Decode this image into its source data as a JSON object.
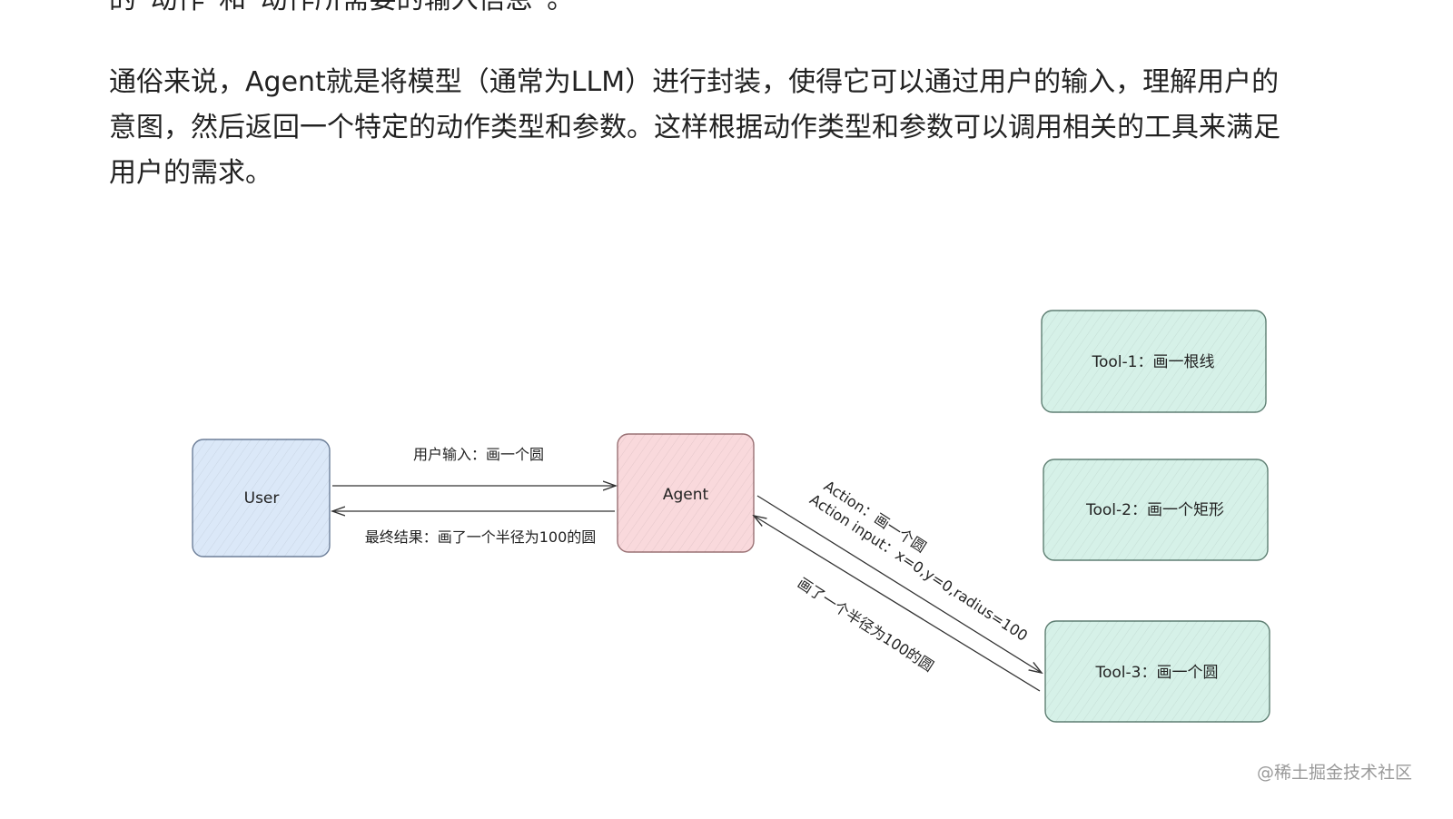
{
  "article": {
    "top_fragment": "的“动作”和“动作所需要的输入信息”。",
    "paragraph_lines": [
      "通俗来说，Agent就是将模型（通常为LLM）进行封装，使得它可以通过用户的输入，理解用户的",
      "意图，然后返回一个特定的动作类型和参数。这样根据动作类型和参数可以调用相关的工具来满足",
      "用户的需求。"
    ]
  },
  "diagram": {
    "nodes": {
      "user": {
        "label": "User",
        "fill": "#dbe8f8",
        "stroke": "#6d7f99"
      },
      "agent": {
        "label": "Agent",
        "fill": "#f9d9dc",
        "stroke": "#9a7275"
      },
      "tool1": {
        "label": "Tool-1：画一根线",
        "fill": "#d6f1e8",
        "stroke": "#5f7f73"
      },
      "tool2": {
        "label": "Tool-2：画一个矩形",
        "fill": "#d6f1e8",
        "stroke": "#5f7f73"
      },
      "tool3": {
        "label": "Tool-3：画一个圆",
        "fill": "#d6f1e8",
        "stroke": "#5f7f73"
      }
    },
    "edges": {
      "user_to_agent": "用户输入：画一个圆",
      "agent_to_user": "最终结果：画了一个半径为100的圆",
      "agent_to_tool3_action": "Action：画一个圆",
      "agent_to_tool3_input": "Action input：x=0,y=0,radius=100",
      "tool3_to_agent": "画了一个半径为100的圆"
    }
  },
  "watermark": "@稀土掘金技术社区"
}
